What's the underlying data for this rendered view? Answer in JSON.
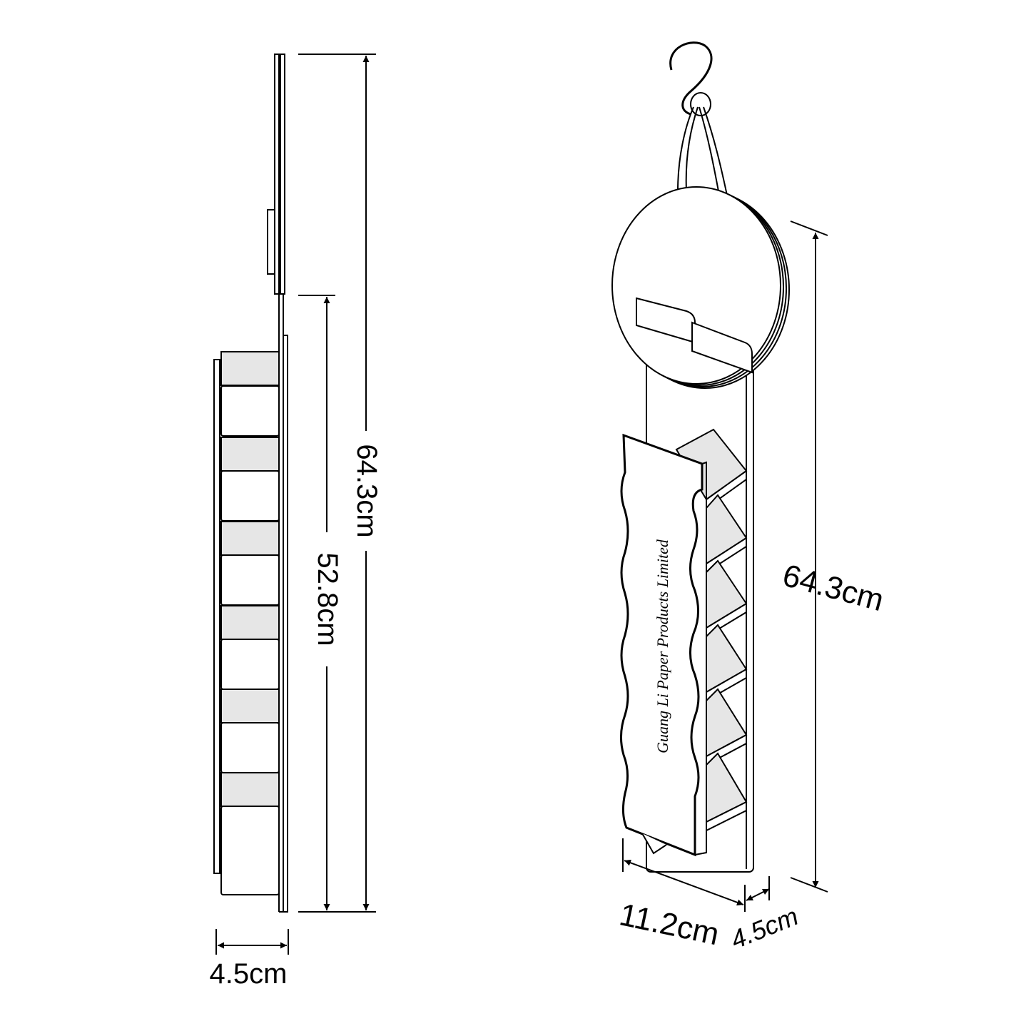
{
  "side_view": {
    "total_height_label": "64.3cm",
    "rack_height_label": "52.8cm",
    "depth_label": "4.5cm"
  },
  "front_view": {
    "height_label": "64.3cm",
    "width_label": "11.2cm",
    "depth_label": "4.5cm",
    "brand_text": "Guang Li Paper Products Limited"
  },
  "colors": {
    "line": "#000000",
    "pocket_fill": "#e6e6e6",
    "background": "#ffffff"
  }
}
